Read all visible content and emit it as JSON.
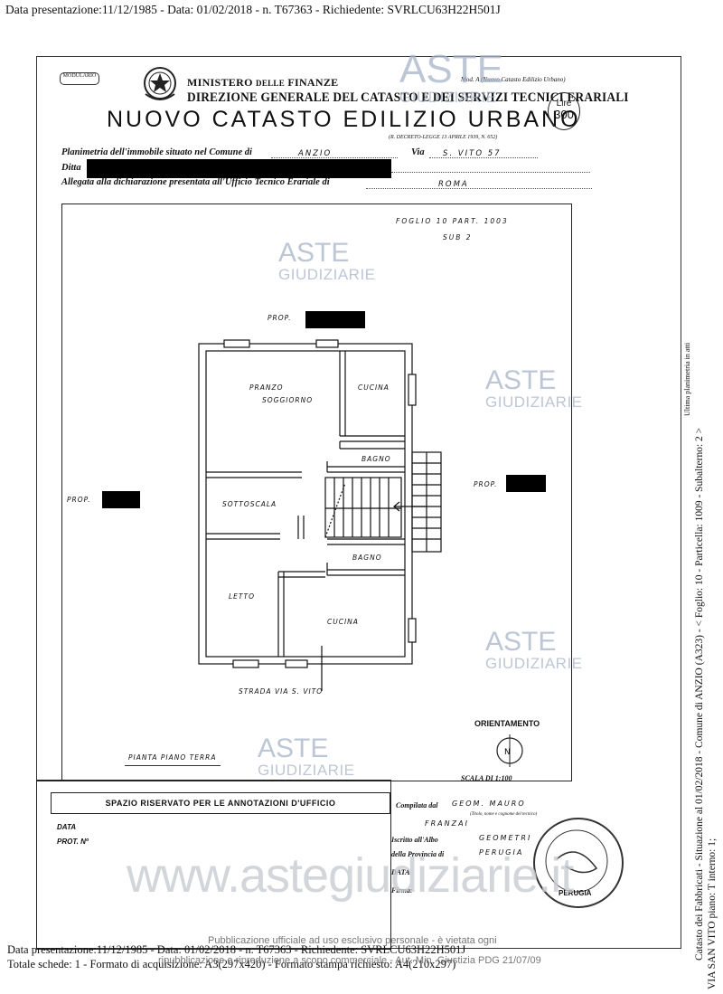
{
  "header": {
    "line": "Data presentazione:11/12/1985 - Data: 01/02/2018 - n. T67363 - Richiedente: SVRLCU63H22H501J"
  },
  "form": {
    "modulario": "MODULARIO",
    "ministry": "MINISTERO",
    "ministry_small": "DELLE",
    "ministry_end": "FINANZE",
    "direzione": "DIREZIONE GENERALE DEL CATASTO E DEI SERVIZI TECNICI ERARIALI",
    "title": "NUOVO CATASTO EDILIZIO URBANO",
    "decreto": "(R. DECRETO-LEGGE 13 APRILE 1939, N. 652)",
    "mod_a": "Mod. A (Nuovo Catasto Edilizio Urbano)",
    "lire_label": "Lire",
    "lire_value": "300",
    "planimetria_label": "Planimetria dell'immobile situato nel Comune di",
    "comune": "ANZIO",
    "via_label": "Via",
    "via_value": "S. VITO   57",
    "ditta_label": "Ditta",
    "allegata_label": "Allegata alla dichiarazione presentata all'Ufficio Tecnico Erariale di",
    "ufficio": "ROMA"
  },
  "plan": {
    "foglio": "FOGLIO  10   PART.  1003",
    "sub": "SUB  2",
    "prop_top": "PROP.",
    "prop_left": "PROP.",
    "prop_right": "PROP.",
    "rooms": {
      "pranzo": "PRANZO",
      "soggiorno": "SOGGIORNO",
      "cucina_top": "CUCINA",
      "bagno_top": "BAGNO",
      "sottoscala": "SOTTOSCALA",
      "bagno_bottom": "BAGNO",
      "letto": "LETTO",
      "cucina_bottom": "CUCINA"
    },
    "strada": "STRADA    VIA    S. VITO",
    "pianta": "PIANTA  PIANO  TERRA",
    "orientamento": "ORIENTAMENTO",
    "scala": "SCALA DI 1:100"
  },
  "annotations": {
    "head": "SPAZIO RISERVATO PER LE ANNOTAZIONI D'UFFICIO",
    "data_label": "DATA",
    "prot_label": "PROT. Nº"
  },
  "compilata": {
    "label": "Compilata dal",
    "name": "GEOM.  MAURO",
    "sub_caption": "(Titolo, nome e cognome del tecnico)",
    "surname": "FRANZAI",
    "iscritto_label": "Iscritto all'Albo",
    "albo": "GEOMETRI",
    "provincia_label": "della Provincia di",
    "provincia": "PERUGIA",
    "data_label": "DATA",
    "firma_label": "Firma:",
    "stamp_text": "PERUGIA"
  },
  "watermark": {
    "brand": "ASTE",
    "sub": "GIUDIZIARIE",
    "url": "www.astegiudiziarie.it"
  },
  "footer": {
    "line1": "Data presentazione:11/12/1985 - Data: 01/02/2018 - n. T67363 - Richiedente: SVRLCU63H22H501J",
    "line2": "Totale schede: 1 - Formato di acquisizione: A3(297x420) - Formato stampa richiesto: A4(210x297)",
    "overlay1": "Pubblicazione ufficiale ad uso esclusivo personale - è vietata ogni",
    "overlay2": "ripubblicazione o riproduzione a scopo commerciale - Aut. Min. Giustizia PDG 21/07/09"
  },
  "side": {
    "line1": "Catasto dei Fabbricati - Situazione al 01/02/2018 - Comune di ANZIO (A323) - < Foglio: 10 - Particella: 1009 - Subalterno: 2 >",
    "line2": "VIA SAN VITO piano: T interno: 1;",
    "stamp": "Ultima planimetria in atti"
  }
}
